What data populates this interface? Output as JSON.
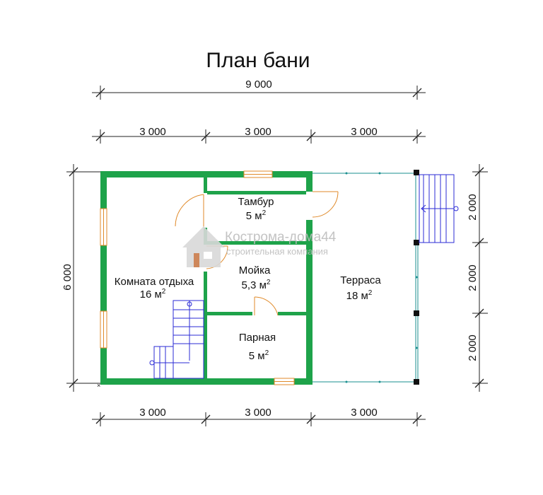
{
  "title": "План бани",
  "dimensions": {
    "overall_width": "9 000",
    "top_segments": [
      "3 000",
      "3 000",
      "3 000"
    ],
    "bottom_segments": [
      "3 000",
      "3 000",
      "3 000"
    ],
    "overall_height": "6 000",
    "right_segments": [
      "2 000",
      "2 000",
      "2 000"
    ]
  },
  "rooms": {
    "vestibule": {
      "name": "Тамбур",
      "area": "5 м",
      "unit_sup": "2"
    },
    "rest_room": {
      "name": "Комната отдыха",
      "area": "16 м",
      "unit_sup": "2"
    },
    "wash_room": {
      "name": "Мойка",
      "area": "5,3 м",
      "unit_sup": "2"
    },
    "steam_room": {
      "name": "Парная",
      "area": "5 м",
      "unit_sup": "2"
    },
    "terrace": {
      "name": "Терраса",
      "area": "18 м",
      "unit_sup": "2"
    }
  },
  "watermark": {
    "brand": "Кострома-дома44",
    "tagline": "строительная компания"
  },
  "colors": {
    "wall": "#1ea34a",
    "door": "#e08a2a",
    "stairs": "#2b2bd6",
    "railing": "#1a8f8f"
  }
}
